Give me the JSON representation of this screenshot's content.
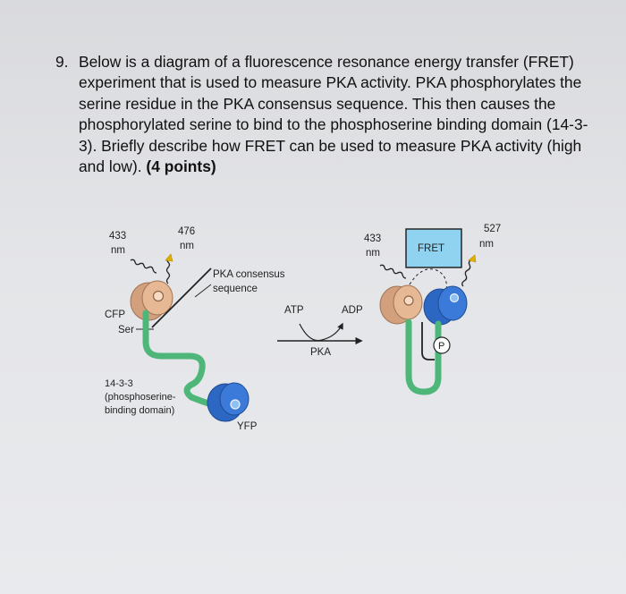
{
  "question": {
    "number": "9.",
    "text": "Below is a diagram of a fluorescence resonance energy transfer (FRET) experiment that is used to measure PKA activity. PKA phosphorylates the serine residue in the PKA consensus sequence. This then causes the phosphorylated serine to bind to the phosphoserine binding domain (14-3-3). Briefly describe how FRET can be used to measure PKA activity (high and low).",
    "points": "(4 points)"
  },
  "diagram": {
    "left": {
      "excite_value": "433",
      "excite_unit": "nm",
      "emit_value": "476",
      "emit_unit": "nm",
      "pka_consensus_line1": "PKA consensus",
      "pka_consensus_line2": "sequence",
      "cfp": "CFP",
      "ser": "Ser",
      "domain_line1": "14-3-3",
      "domain_line2": "(phosphoserine-",
      "domain_line3": "binding domain)",
      "yfp": "YFP"
    },
    "reaction": {
      "atp": "ATP",
      "adp": "ADP",
      "pka": "PKA"
    },
    "right": {
      "excite_value": "433",
      "excite_unit": "nm",
      "fret": "FRET",
      "emit_value": "527",
      "emit_unit": "nm",
      "phospho": "P"
    },
    "colors": {
      "cfp": "#d9a882",
      "yfp": "#2f6fcf",
      "linker_green": "#4fb67a",
      "fret_box": "#8fd3f0"
    }
  }
}
